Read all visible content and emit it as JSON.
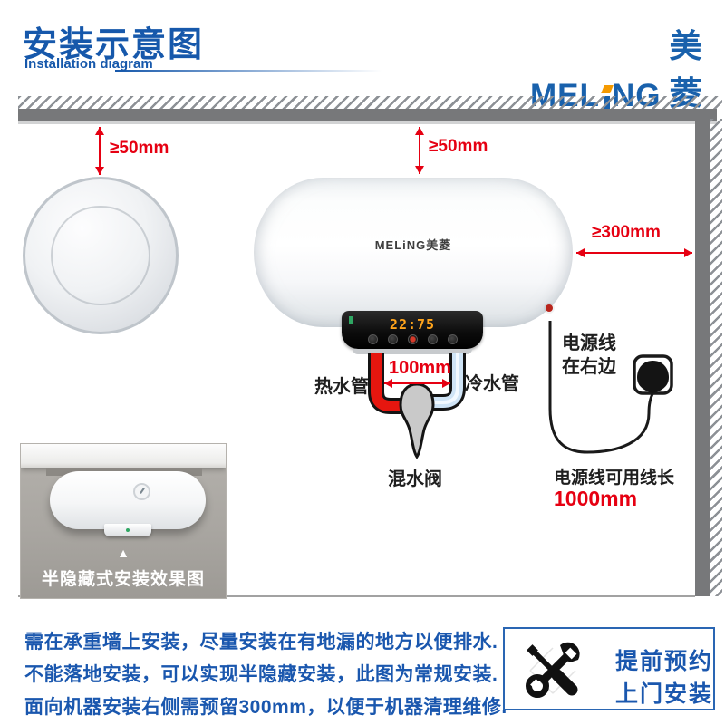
{
  "header": {
    "title": "安装示意图",
    "subtitle": "Installation diagram",
    "brand": {
      "latin_prefix": "MEL",
      "latin_suffix": "NG",
      "cn": "美菱"
    }
  },
  "diagram": {
    "dims": {
      "ceiling_left": "≥50mm",
      "ceiling_center": "≥50mm",
      "right_wall": "≥300mm",
      "pipe_spacing": "100mm",
      "cord_length_value": "1000mm"
    },
    "heater_brand": "MELiNG美菱",
    "display_value": "22:75",
    "labels": {
      "hot_pipe": "热水管",
      "cold_pipe": "冷水管",
      "mixing_valve": "混水阀",
      "cord_side_line1": "电源线",
      "cord_side_line2": "在右边",
      "cord_length_caption": "电源线可用线长"
    }
  },
  "inset": {
    "caption": "半隐藏式安装效果图",
    "pointer": "▲"
  },
  "notes": {
    "line1": "需在承重墙上安装，尽量安装在有地漏的地方以便排水.",
    "line2": "不能落地安装，可以实现半隐藏安装，此图为常规安装.",
    "line3": "面向机器安装右侧需预留300mm，以便于机器清理维修."
  },
  "service": {
    "line1": "提前预约",
    "line2": "上门安装"
  },
  "colors": {
    "brand_blue": "#1658ab",
    "accent_orange": "#f59a00",
    "dim_red": "#e60012",
    "wall_gray": "#77787a"
  }
}
